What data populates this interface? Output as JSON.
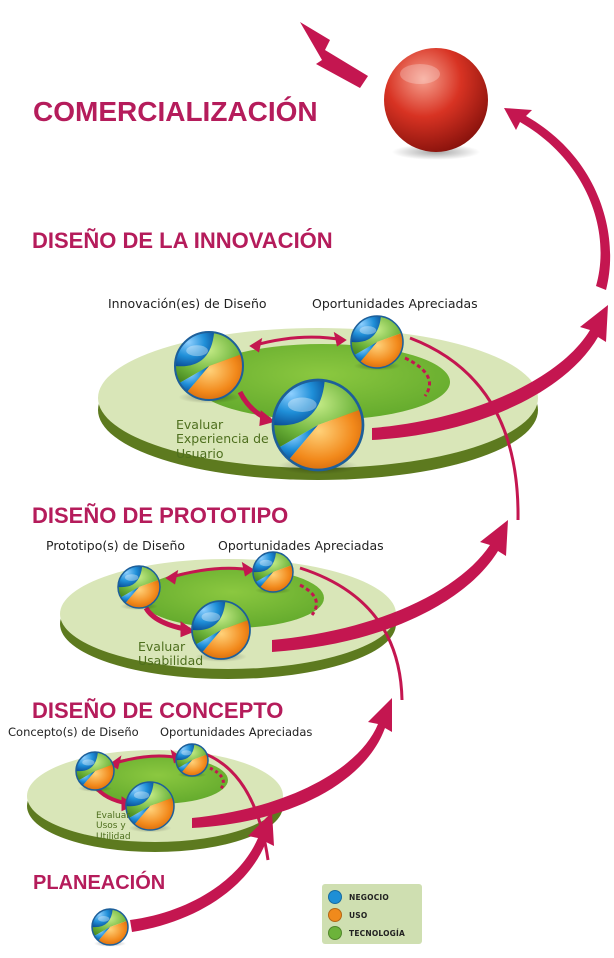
{
  "stages": {
    "comercializacion": "COMERCIALIZACIÓN",
    "innovacion": "DISEÑO DE LA INNOVACIÓN",
    "prototipo": "DISEÑO DE PROTOTIPO",
    "concepto": "DISEÑO DE CONCEPTO",
    "planeacion": "PLANEACIÓN"
  },
  "innovacion": {
    "left_label": "Innovación(es) de Diseño",
    "right_label": "Oportunidades Apreciadas",
    "eval_label": "Evaluar\nExperiencia de\nUsuario"
  },
  "prototipo": {
    "left_label": "Prototipo(s) de Diseño",
    "right_label": "Oportunidades Apreciadas",
    "eval_label": "Evaluar\nUsabilidad"
  },
  "concepto": {
    "left_label": "Concepto(s) de Diseño",
    "right_label": "Oportunidades Apreciadas",
    "eval_label": "Evaluar\nUsos y\nUtilidad"
  },
  "legend": {
    "items": [
      {
        "label": "NEGOCIO",
        "color": "#1e8fd6"
      },
      {
        "label": "USO",
        "color": "#f08a1c"
      },
      {
        "label": "TECNOLOGÍA",
        "color": "#6cb33a"
      }
    ]
  },
  "colors": {
    "arrow": "#c41650",
    "title": "#b51c5b",
    "platform_top": "#d9e6b8",
    "platform_side": "#5d7a1f",
    "platform_inner": "#72b836",
    "final_sphere": "#c8261b"
  }
}
